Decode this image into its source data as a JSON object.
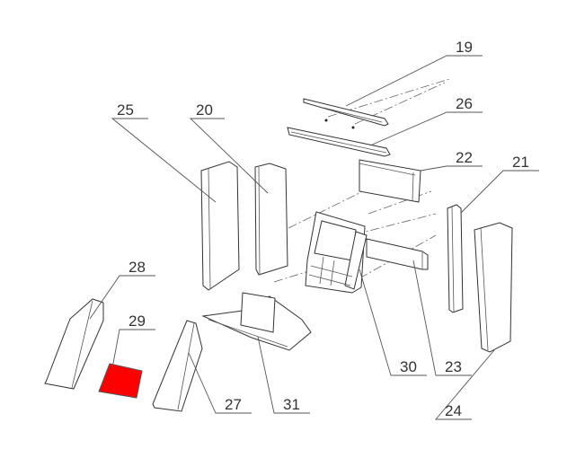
{
  "diagram": {
    "type": "exploded parts drawing",
    "highlight_color": "#ff0000",
    "highlighted_part": "29",
    "labels": {
      "p19": "19",
      "p26": "26",
      "p22": "22",
      "p21": "21",
      "p25": "25",
      "p20": "20",
      "p28": "28",
      "p29": "29",
      "p27": "27",
      "p31": "31",
      "p30": "30",
      "p23": "23",
      "p24": "24"
    }
  }
}
